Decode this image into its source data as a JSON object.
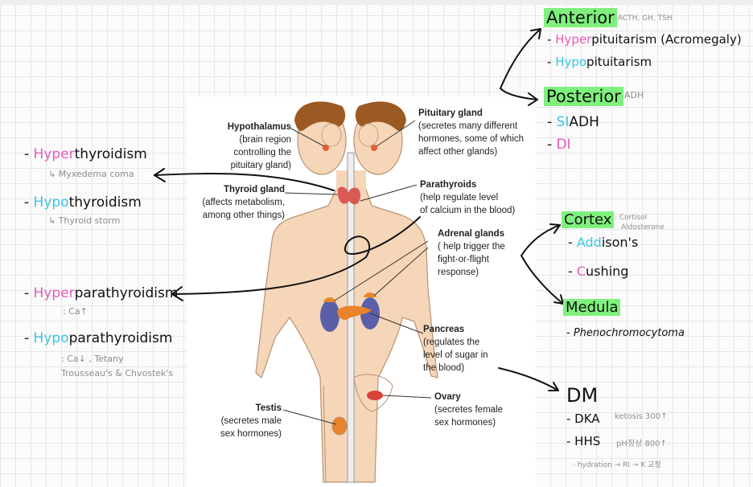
{
  "diagram_labels": {
    "hypothalamus": {
      "title": "Hypothalamus",
      "desc": [
        "(brain region",
        "controlling the",
        "pituitary gland)"
      ]
    },
    "thyroid": {
      "title": "Thyroid gland",
      "desc": [
        "(affects metabolism,",
        "among other things)"
      ]
    },
    "pituitary": {
      "title": "Pituitary gland",
      "desc": [
        "(secretes many different",
        "hormones, some of which",
        "affect other glands)"
      ]
    },
    "parathyroids": {
      "title": "Parathyroids",
      "desc": [
        "(help regulate level",
        "of calcium in the blood)"
      ]
    },
    "adrenal": {
      "title": "Adrenal glands",
      "desc": [
        "( help trigger the",
        "fight-or-flight",
        "response)"
      ]
    },
    "pancreas": {
      "title": "Pancreas",
      "desc": [
        "(regulates the",
        "level of sugar in",
        "the blood)"
      ]
    },
    "testis": {
      "title": "Testis",
      "desc": [
        "(secretes male",
        "sex hormones)"
      ]
    },
    "ovary": {
      "title": "Ovary",
      "desc": [
        "(secretes female",
        "sex hormones)"
      ]
    }
  },
  "notes": {
    "hyperthyroid": {
      "prefix": "- ",
      "hl": "Hyper",
      "rest": "thyroidism",
      "sub": "↳ Myxedema coma"
    },
    "hypothyroid": {
      "prefix": "- ",
      "hl": "Hypo",
      "rest": "thyroidism",
      "sub": "↳ Thyroid storm"
    },
    "hyperpara": {
      "prefix": "- ",
      "hl": "Hyper",
      "rest": "parathyroidism",
      "sub": ": Ca↑"
    },
    "hypopara": {
      "prefix": "- ",
      "hl": "Hypo",
      "rest": "parathyroidism",
      "sub1": ": Ca↓ , Tetany",
      "sub2": "Trousseau's & Chvostek's"
    },
    "anterior": {
      "title": "Anterior",
      "note": ": ACTH, GH, TSH"
    },
    "hyperpit": {
      "prefix": "- ",
      "hl": "Hyper",
      "rest": "pituitarism (Acromegaly)"
    },
    "hypopit": {
      "prefix": "- ",
      "hl": "Hypo",
      "rest": "pituitarism"
    },
    "posterior": {
      "title": "Posterior",
      "note": "ADH"
    },
    "siadh": {
      "prefix": "- ",
      "hl": "SI",
      "rest": "ADH"
    },
    "di": {
      "prefix": "- ",
      "hl": "DI",
      "rest": ""
    },
    "cortex": {
      "title": "Cortex",
      "note1": ": Cortisol",
      "note2": "Aldosterone"
    },
    "addison": {
      "prefix": "- ",
      "hl": "Add",
      "rest": "ison's"
    },
    "cushing": {
      "prefix": "- ",
      "hl": "C",
      "rest": "ushing"
    },
    "medula": {
      "title": "Medula"
    },
    "pheo": {
      "text": "- Phenochromocytoma"
    },
    "dm": {
      "title": "DM"
    },
    "dka": {
      "text": "- DKA",
      "note": "ketosis 300↑"
    },
    "hhs": {
      "text": "- HHS",
      "note": "pH정상 800↑"
    },
    "hydration": {
      "text": "· hydration → RI → K 교정"
    }
  }
}
